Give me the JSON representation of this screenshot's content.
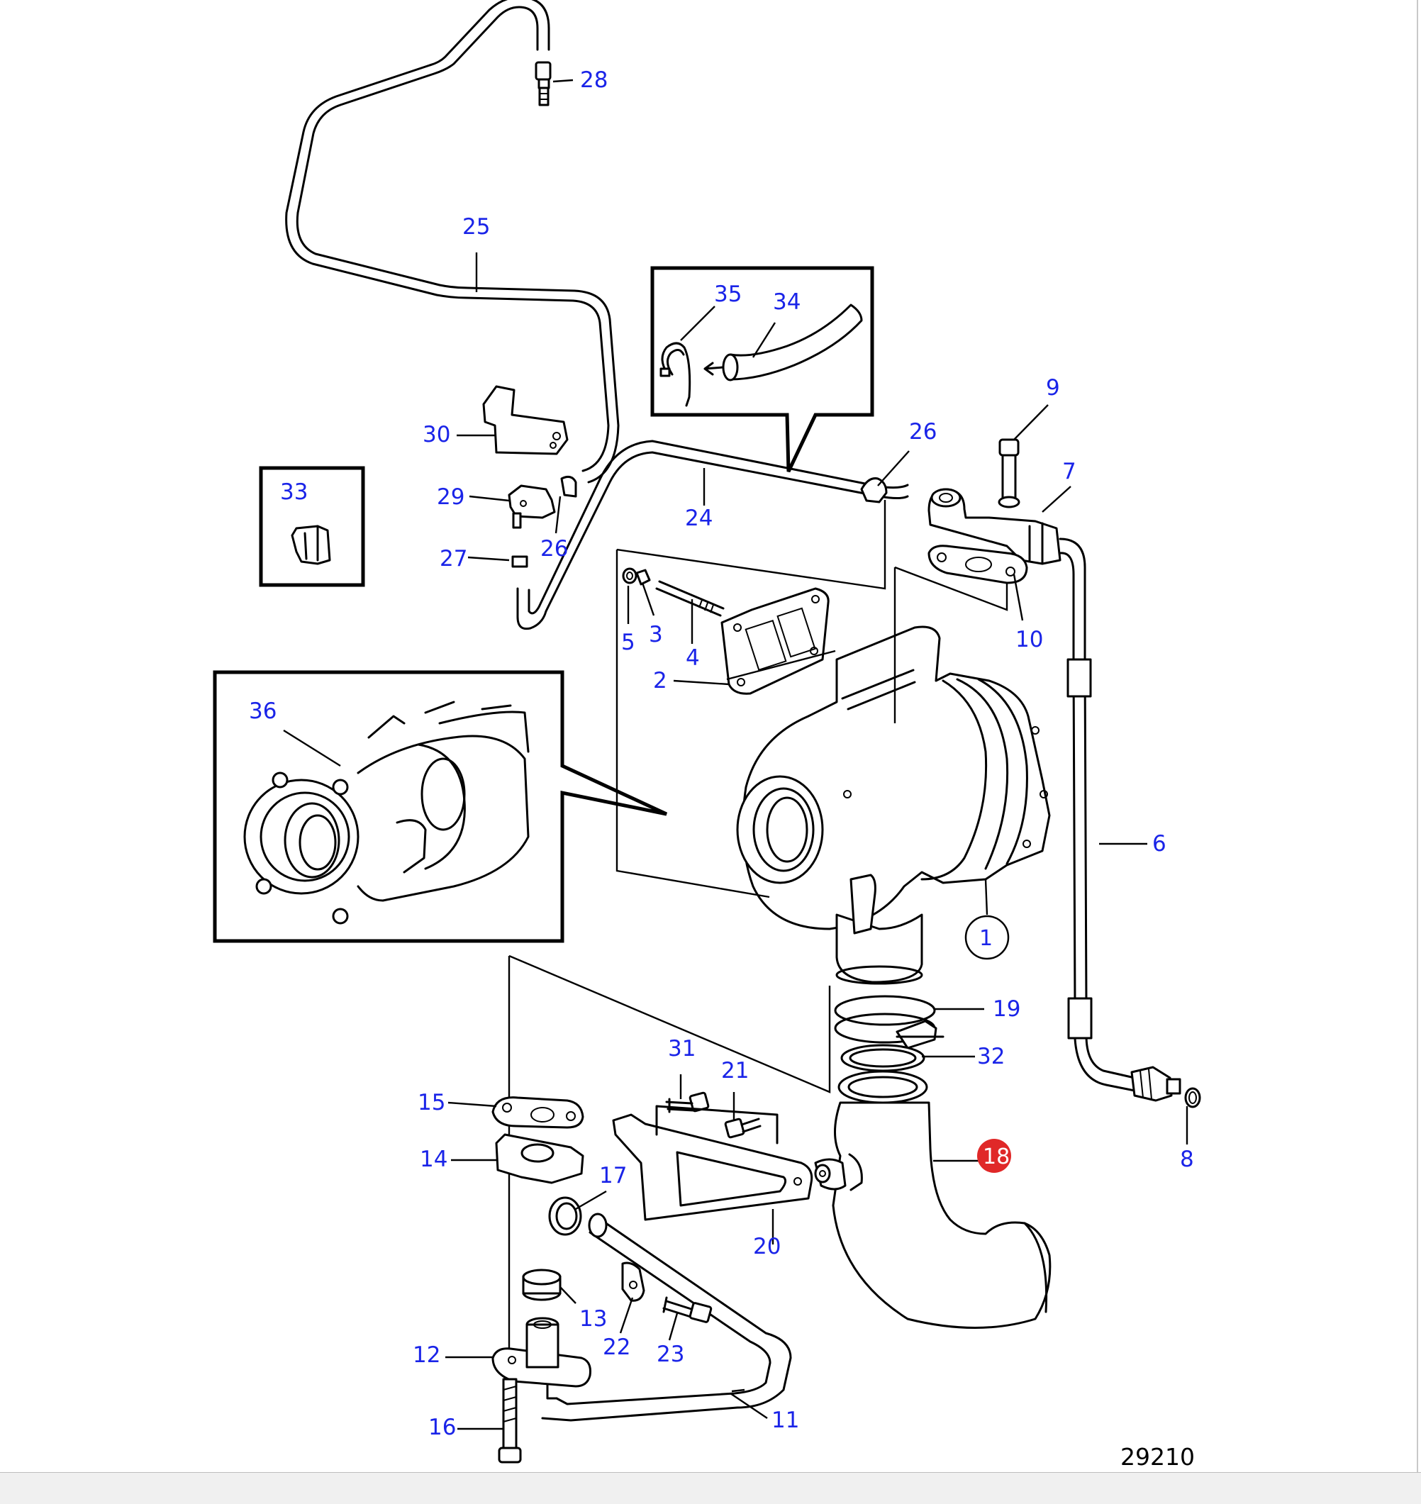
{
  "figure_number": "29210",
  "colors": {
    "label": "#1a24e8",
    "marker_fill": "#e02828"
  },
  "callouts": [
    {
      "id": "c28",
      "text": "28"
    },
    {
      "id": "c25",
      "text": "25"
    },
    {
      "id": "c35",
      "text": "35"
    },
    {
      "id": "c34",
      "text": "34"
    },
    {
      "id": "c30",
      "text": "30"
    },
    {
      "id": "c33",
      "text": "33"
    },
    {
      "id": "c29",
      "text": "29"
    },
    {
      "id": "c27",
      "text": "27"
    },
    {
      "id": "c26a",
      "text": "26"
    },
    {
      "id": "c24",
      "text": "24"
    },
    {
      "id": "c26b",
      "text": "26"
    },
    {
      "id": "c9",
      "text": "9"
    },
    {
      "id": "c7",
      "text": "7"
    },
    {
      "id": "c10",
      "text": "10"
    },
    {
      "id": "c5",
      "text": "5"
    },
    {
      "id": "c3",
      "text": "3"
    },
    {
      "id": "c4",
      "text": "4"
    },
    {
      "id": "c2",
      "text": "2"
    },
    {
      "id": "c36",
      "text": "36"
    },
    {
      "id": "c6",
      "text": "6"
    },
    {
      "id": "c1",
      "text": "1"
    },
    {
      "id": "c19",
      "text": "19"
    },
    {
      "id": "c32",
      "text": "32"
    },
    {
      "id": "c31",
      "text": "31"
    },
    {
      "id": "c21",
      "text": "21"
    },
    {
      "id": "c15",
      "text": "15"
    },
    {
      "id": "c14",
      "text": "14"
    },
    {
      "id": "c17",
      "text": "17"
    },
    {
      "id": "c18",
      "text": "18"
    },
    {
      "id": "c8",
      "text": "8"
    },
    {
      "id": "c20",
      "text": "20"
    },
    {
      "id": "c13",
      "text": "13"
    },
    {
      "id": "c22",
      "text": "22"
    },
    {
      "id": "c23",
      "text": "23"
    },
    {
      "id": "c12",
      "text": "12"
    },
    {
      "id": "c16",
      "text": "16"
    },
    {
      "id": "c11",
      "text": "11"
    }
  ]
}
